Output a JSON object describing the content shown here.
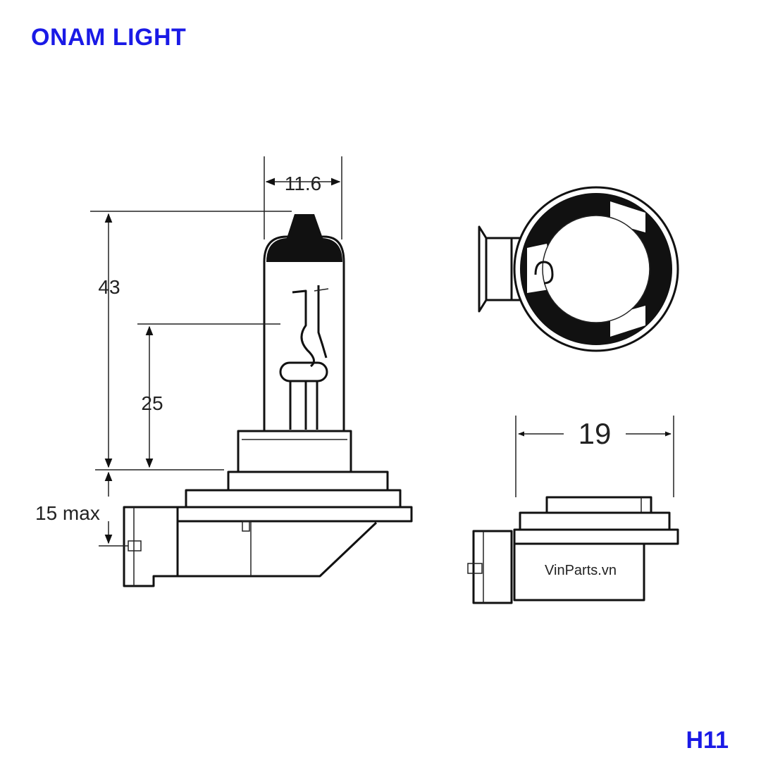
{
  "brand": {
    "name": "ONAM LIGHT",
    "color": "#1a1ae6"
  },
  "bulb_type": {
    "label": "H11",
    "color": "#1a1ae6"
  },
  "dimensions": {
    "glass_diameter": "11.6",
    "overall_height": "43",
    "light_center_height": "25",
    "base_depth": "15 max",
    "base_width": "19"
  },
  "watermark": "VinParts.vn",
  "line_color": "#111111"
}
